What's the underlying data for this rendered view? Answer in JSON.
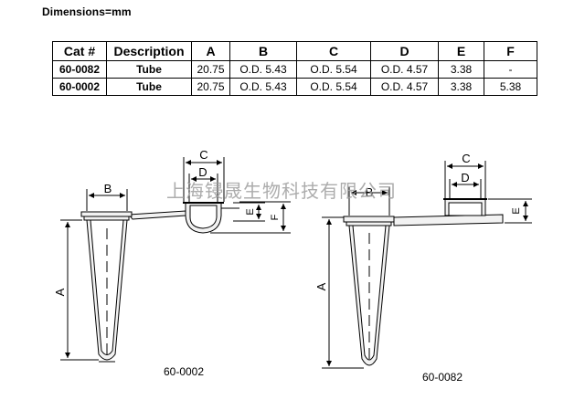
{
  "header": {
    "title": "Dimensions=mm"
  },
  "table": {
    "columns": [
      "Cat #",
      "Description",
      "A",
      "B",
      "C",
      "D",
      "E",
      "F"
    ],
    "rows": [
      [
        "60-0082",
        "Tube",
        "20.75",
        "O.D. 5.43",
        "O.D. 5.54",
        "O.D. 4.57",
        "3.38",
        "-"
      ],
      [
        "60-0002",
        "Tube",
        "20.75",
        "O.D. 5.43",
        "O.D. 5.54",
        "O.D. 4.57",
        "3.38",
        "5.38"
      ]
    ]
  },
  "watermark": {
    "text": "上海锓晟生物科技有限公司",
    "color": "#9e9e9e"
  },
  "drawing_left": {
    "caption": "60-0002",
    "labels": {
      "a": "A",
      "b": "B",
      "c": "C",
      "d": "D",
      "e": "E",
      "f": "F"
    }
  },
  "drawing_right": {
    "caption": "60-0082",
    "labels": {
      "a": "A",
      "b": "B",
      "c": "C",
      "d": "D",
      "e": "E"
    }
  },
  "colors": {
    "line": "#000000",
    "tube_fill": "#f2f2f2",
    "tube_inner": "#ffffff"
  }
}
